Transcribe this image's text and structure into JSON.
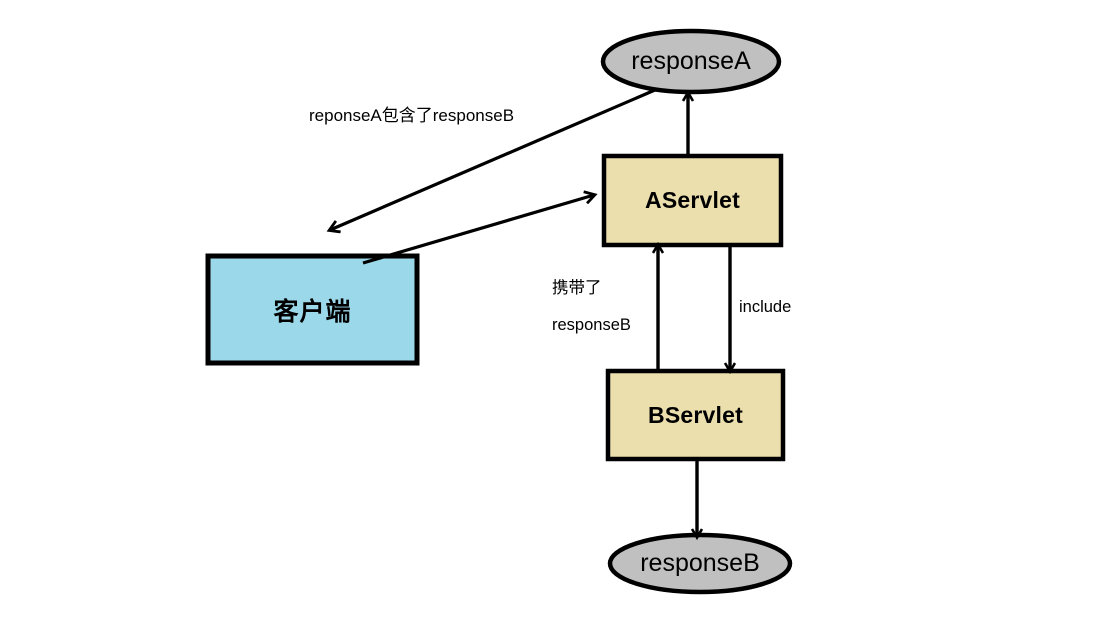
{
  "diagram": {
    "title": "Servlet include response flow",
    "background_color": "#ffffff",
    "stroke_color": "#000000",
    "nodes": [
      {
        "id": "responseA",
        "kind": "ellipse",
        "label": "responseA",
        "fill": "#c0c0c0"
      },
      {
        "id": "aservlet",
        "kind": "rect",
        "label": "AServlet",
        "fill": "#ecdfae"
      },
      {
        "id": "client",
        "kind": "rect",
        "label": "客户端",
        "fill": "#9bd9ea"
      },
      {
        "id": "bservlet",
        "kind": "rect",
        "label": "BServlet",
        "fill": "#ecdfae"
      },
      {
        "id": "responseB",
        "kind": "ellipse",
        "label": "responseB",
        "fill": "#c0c0c0"
      }
    ],
    "edge_labels": {
      "contains": "reponseA包含了responseB",
      "carry_line1": "携带了",
      "carry_line2": "responseB",
      "include": "include"
    }
  }
}
